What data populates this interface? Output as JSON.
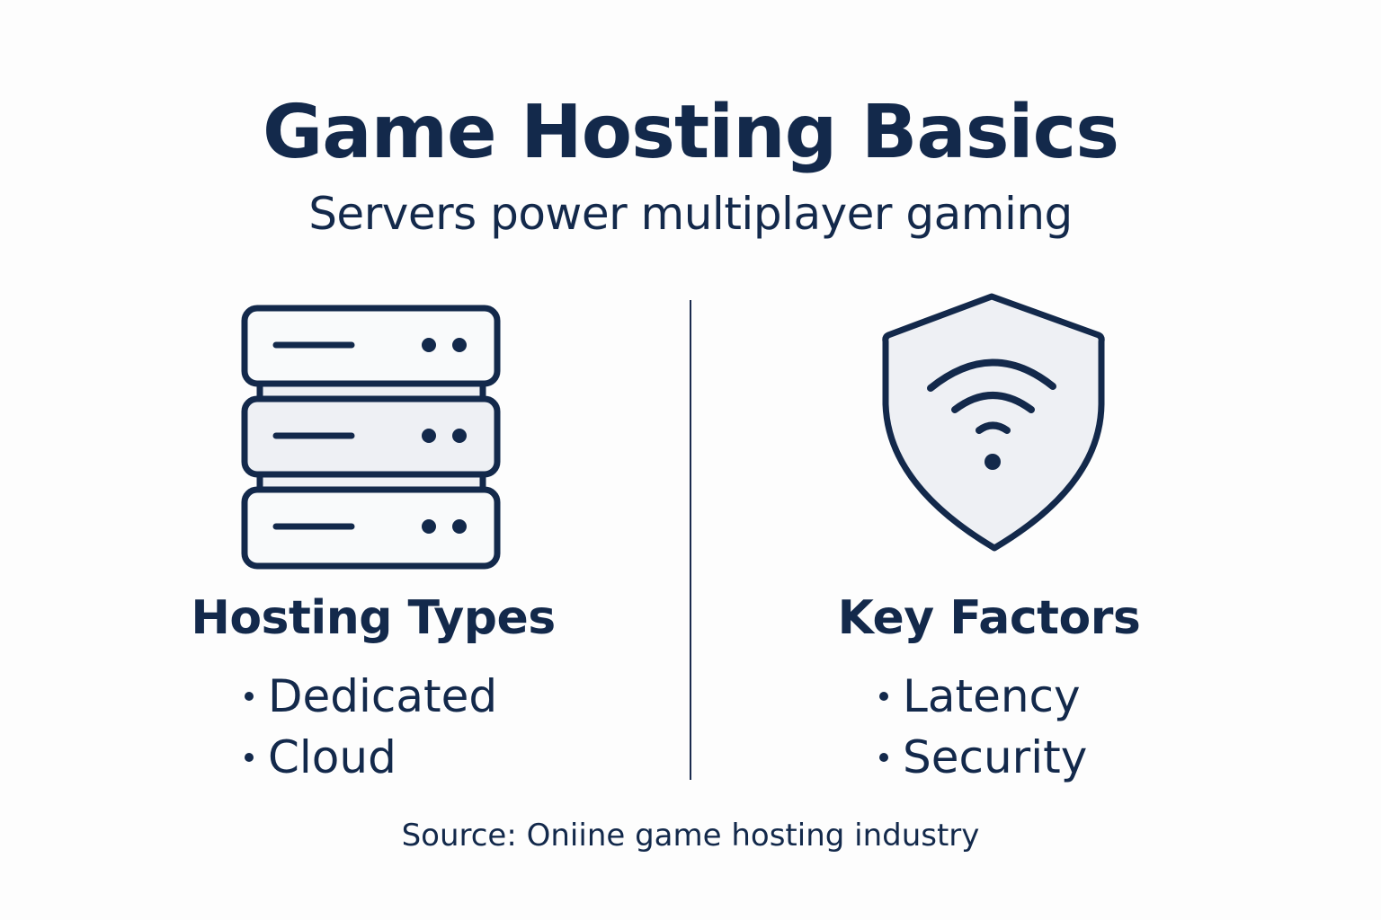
{
  "header": {
    "title": "Game Hosting Basics",
    "subtitle": "Servers power multiplayer gaming"
  },
  "left_column": {
    "icon": "server-rack-icon",
    "heading": "Hosting Types",
    "items": [
      "Dedicated",
      "Cloud"
    ]
  },
  "right_column": {
    "icon": "shield-wifi-icon",
    "heading": "Key Factors",
    "items": [
      "Latency",
      "Security"
    ]
  },
  "footer": {
    "source": "Source: Oniine game hosting industry"
  },
  "colors": {
    "primary": "#13294b",
    "background": "#fdfdfd",
    "icon_fill_light": "#f9fafb",
    "icon_fill_gray": "#eef0f4"
  }
}
